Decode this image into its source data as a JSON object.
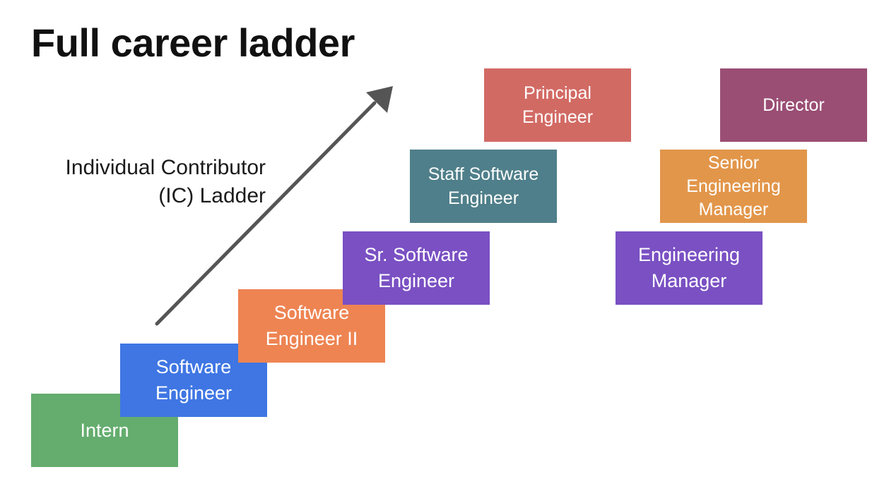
{
  "title": "Full career ladder",
  "ic_label": {
    "line1": "Individual Contributor",
    "line2": "(IC) Ladder"
  },
  "ic_ladder": [
    {
      "lines": [
        "Intern"
      ],
      "color": "#64ad6e"
    },
    {
      "lines": [
        "Software",
        "Engineer"
      ],
      "color": "#3f76e3"
    },
    {
      "lines": [
        "Software",
        "Engineer II"
      ],
      "color": "#ee8452"
    },
    {
      "lines": [
        "Sr. Software",
        "Engineer"
      ],
      "color": "#7a50c3"
    },
    {
      "lines": [
        "Staff Software",
        "Engineer"
      ],
      "color": "#4f7f8a"
    },
    {
      "lines": [
        "Principal",
        "Engineer"
      ],
      "color": "#d26a64"
    }
  ],
  "mgmt_ladder": [
    {
      "lines": [
        "Engineering",
        "Manager"
      ],
      "color": "#7a50c3"
    },
    {
      "lines": [
        "Senior",
        "Engineering",
        "Manager"
      ],
      "color": "#e2964a"
    },
    {
      "lines": [
        "Director"
      ],
      "color": "#9a4e74"
    }
  ],
  "arrow_color": "#555555"
}
